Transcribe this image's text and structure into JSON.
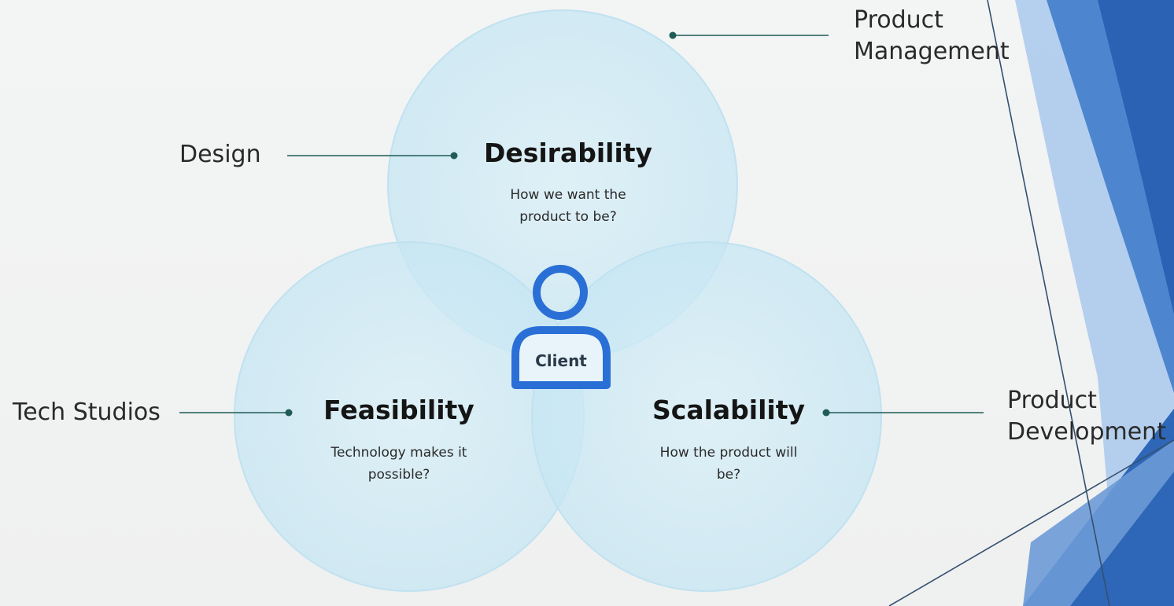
{
  "side_labels": {
    "product_management": [
      "Product",
      "Management"
    ],
    "design": "Design",
    "tech_studios": "Tech Studios",
    "product_development": [
      "Product",
      "Development"
    ]
  },
  "circles": {
    "desirability": {
      "title": "Desirability",
      "desc": "How we want the product to be?"
    },
    "feasibility": {
      "title": "Feasibility",
      "desc": "Technology makes it possible?"
    },
    "scalability": {
      "title": "Scalability",
      "desc": "How the product will be?"
    }
  },
  "center": {
    "label": "Client",
    "icon": "person-icon"
  },
  "colors": {
    "circle_fill": "#cfeaf5",
    "circle_stroke": "#bfe0ee",
    "connector": "#1f5c56",
    "client_blue": "#2a6fd6",
    "accent_dark": "#1e5aa8",
    "accent_mid": "#3b7cc9",
    "accent_light": "#8db6e4"
  }
}
